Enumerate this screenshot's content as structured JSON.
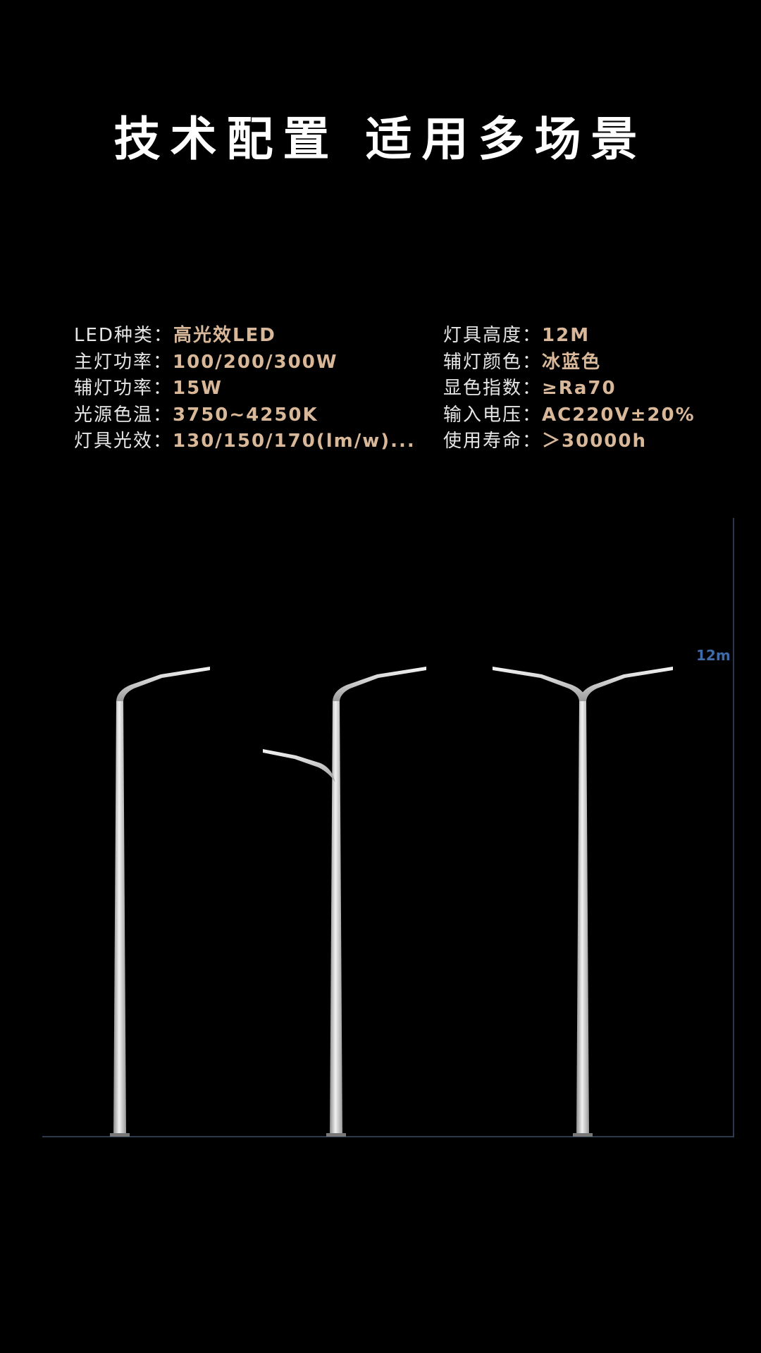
{
  "header": {
    "title": "技术配置  适用多场景"
  },
  "specs": {
    "left": [
      {
        "label": "LED种类：",
        "value": "高光效LED"
      },
      {
        "label": "主灯功率：",
        "value": "100/200/300W"
      },
      {
        "label": "辅灯功率：",
        "value": "15W"
      },
      {
        "label": "光源色温：",
        "value": "3750~4250K"
      },
      {
        "label": "灯具光效：",
        "value": "130/150/170(lm/w)..."
      }
    ],
    "right": [
      {
        "label": "灯具高度：",
        "value": "12M"
      },
      {
        "label": "辅灯颜色：",
        "value": "冰蓝色"
      },
      {
        "label": "显色指数：",
        "value": "≥Ra70"
      },
      {
        "label": "输入电压：",
        "value": "AC220V±20%"
      },
      {
        "label": "使用寿命：",
        "value": "＞30000h"
      }
    ]
  },
  "illustration": {
    "height_label": "12m",
    "colors": {
      "background": "#000000",
      "pole": "#d6d6d6",
      "ground_line": "#3a4a66",
      "height_label": "#3f6aa8",
      "spec_value": "#d9b89a"
    }
  }
}
